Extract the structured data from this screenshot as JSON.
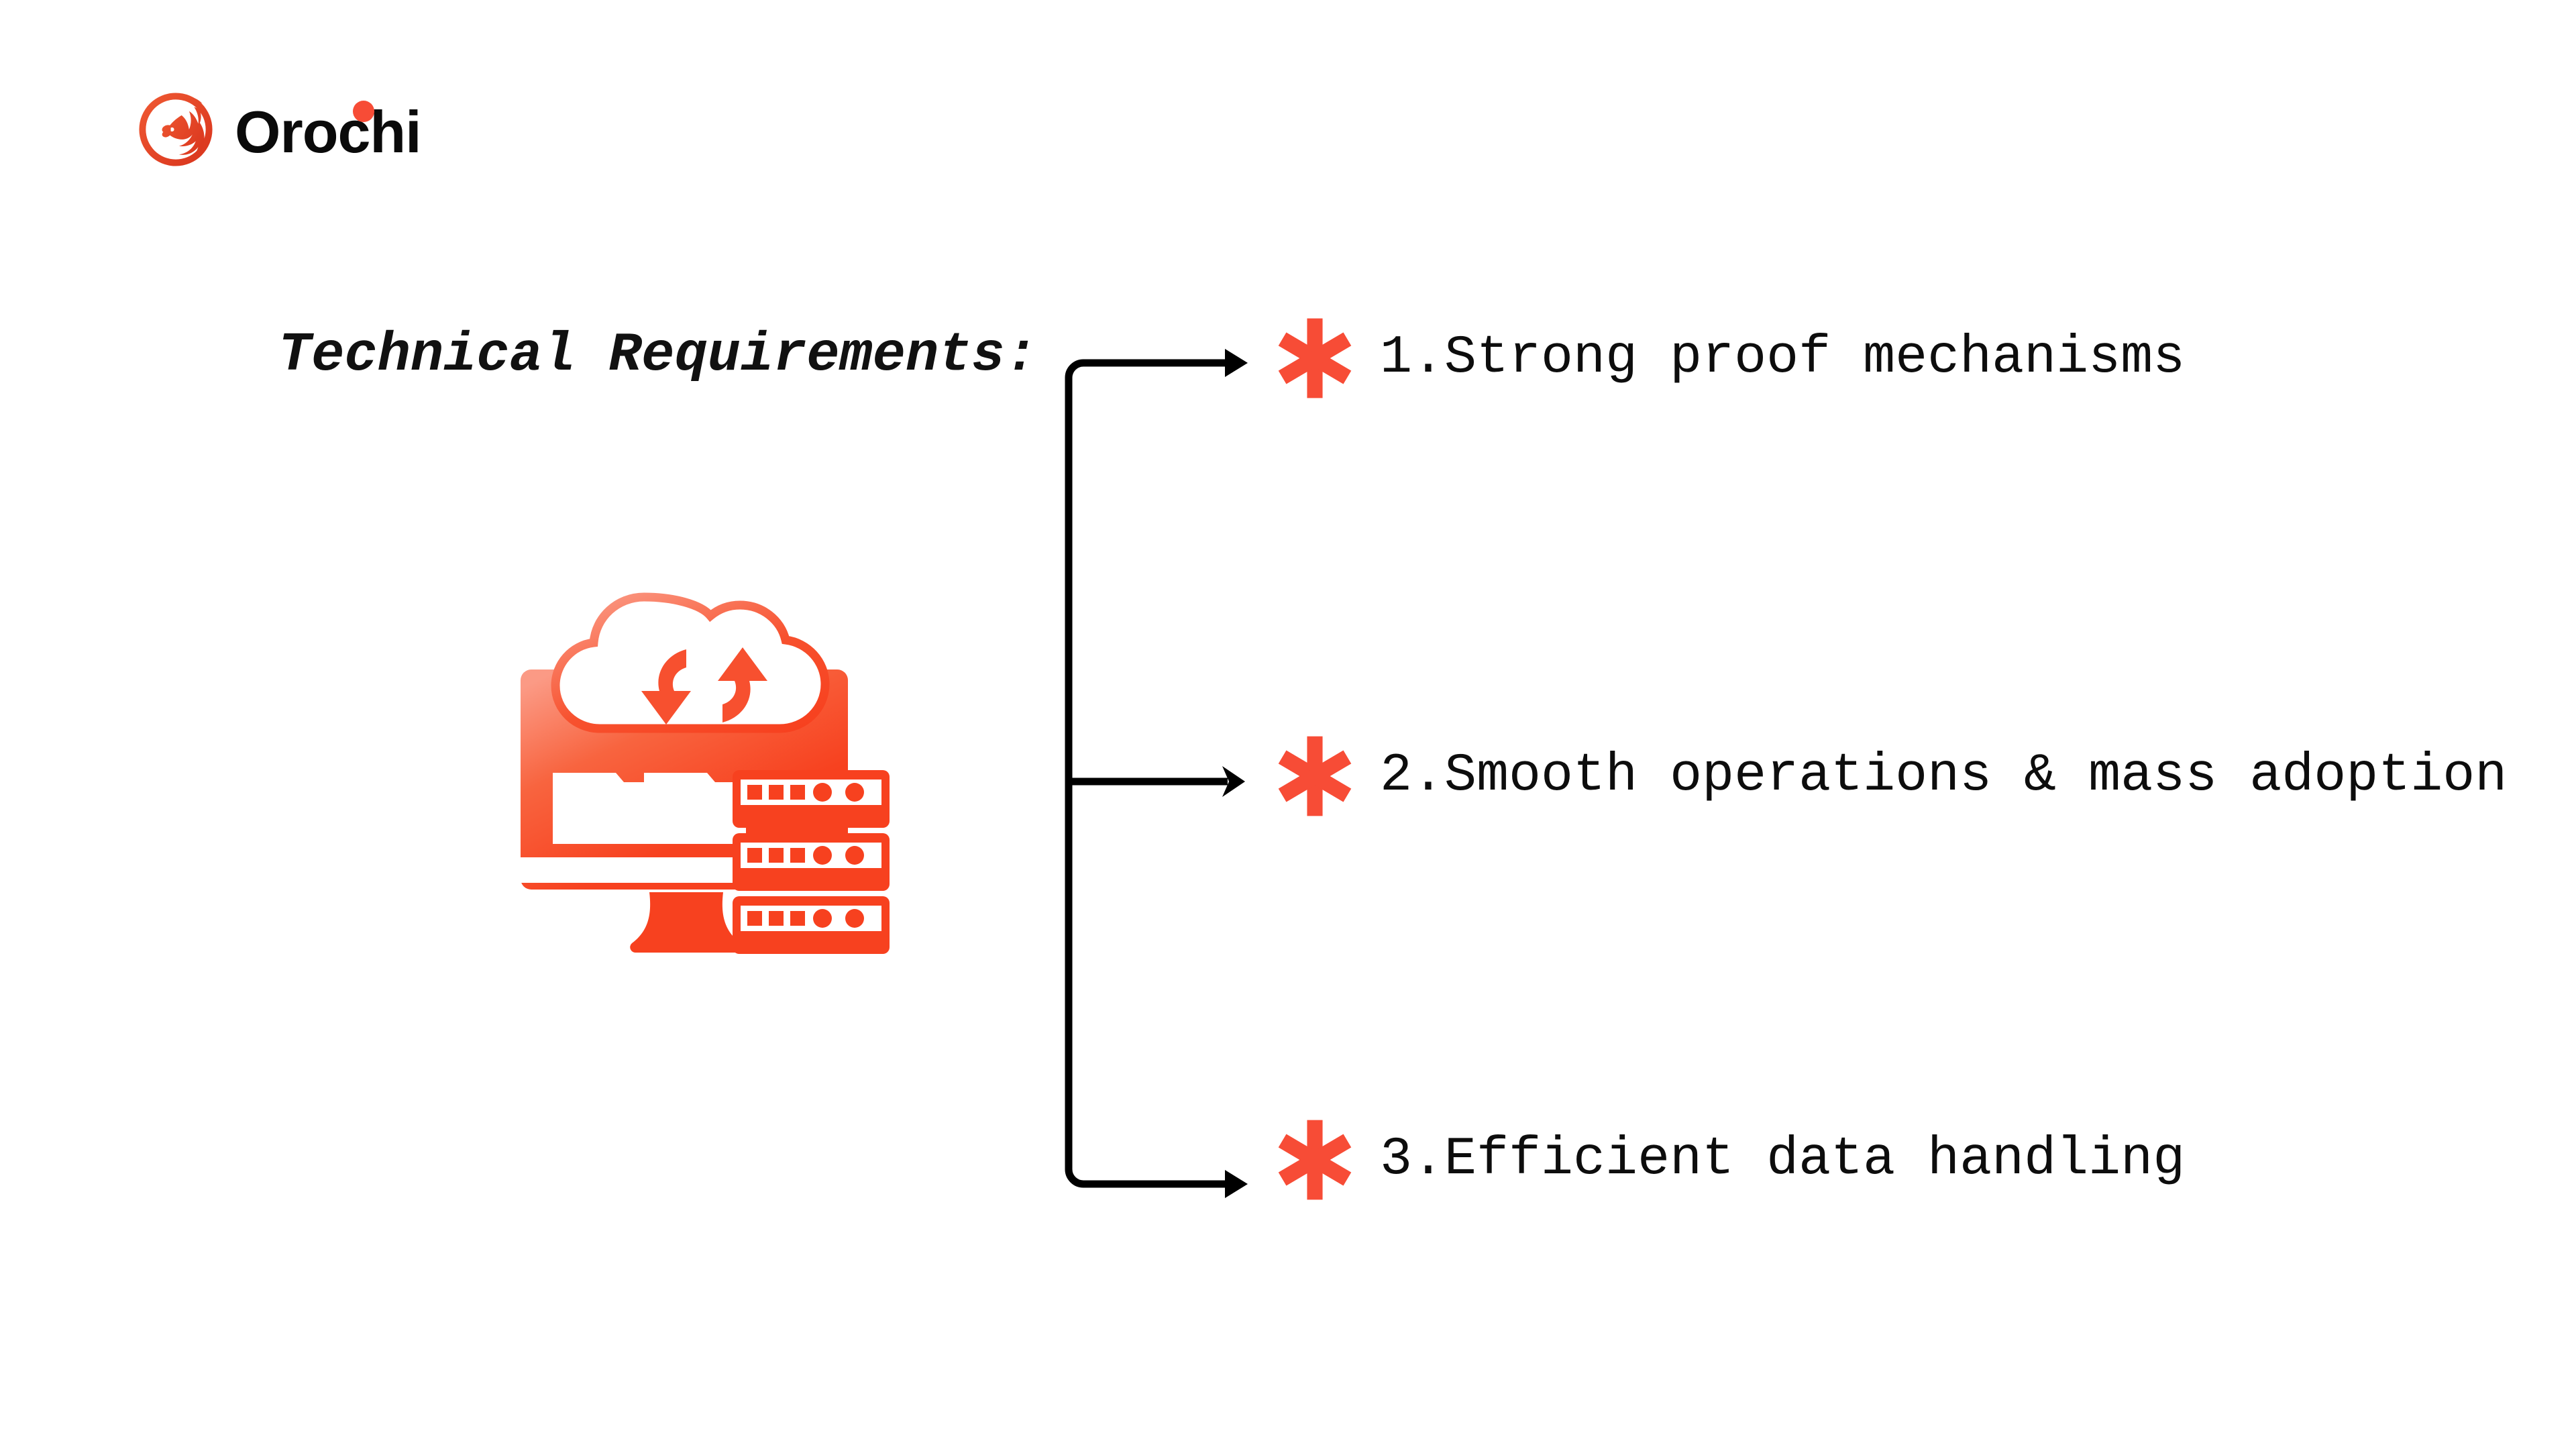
{
  "slide": {
    "background_color": "#ffffff",
    "accent_color": "#f74c36",
    "text_color": "#111111"
  },
  "brand": {
    "name": "Orochi",
    "logo_icon": "orochi-dragon-ouroboros-logo",
    "mark_color": "#e8412a",
    "dot_color": "#f74c36"
  },
  "heading": {
    "title": "Technical Requirements:"
  },
  "illustration": {
    "icon": "cloud-sync-monitor-server-rack-icon",
    "color": "#f74c36",
    "gradient_from": "#fa8a73",
    "gradient_to": "#f7411f"
  },
  "connectors": {
    "type": "bracket-branch-arrows",
    "branch_count": 3,
    "color": "#000000"
  },
  "items": [
    {
      "bullet_icon": "asterisk-icon",
      "bullet_color": "#f74c36",
      "text": "1.Strong proof mechanisms"
    },
    {
      "bullet_icon": "asterisk-icon",
      "bullet_color": "#f74c36",
      "text": "2.Smooth operations & mass adoption"
    },
    {
      "bullet_icon": "asterisk-icon",
      "bullet_color": "#f74c36",
      "text": "3.Efficient data handling"
    }
  ]
}
